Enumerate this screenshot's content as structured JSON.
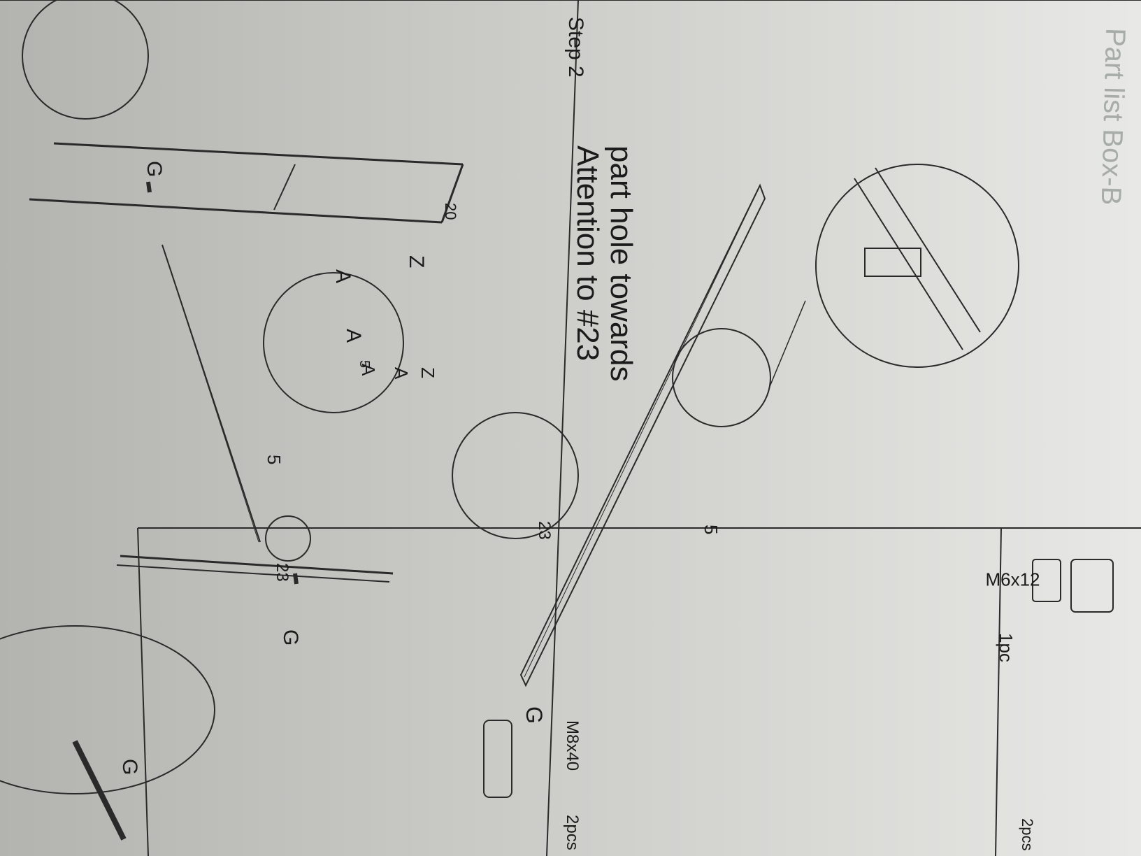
{
  "step_title": "Step 2",
  "attention_line1": "Attention to #23",
  "attention_line2": "part hole towards",
  "hardware_z": {
    "qty": "1pc"
  },
  "hardware_a": {
    "spec": "M6x12",
    "qty": "2pcs"
  },
  "hardware_g": {
    "letter": "G",
    "spec": "M8x40",
    "qty": "2pcs"
  },
  "callouts": {
    "a": "A",
    "z": "Z",
    "g": "G",
    "p5": "5",
    "p20": "20",
    "p23": "23"
  },
  "background_text": "Part list Box-B",
  "colors": {
    "paper": "#dcdcda",
    "ink": "#1b1b1b",
    "ghost": "#9fa5a0"
  }
}
